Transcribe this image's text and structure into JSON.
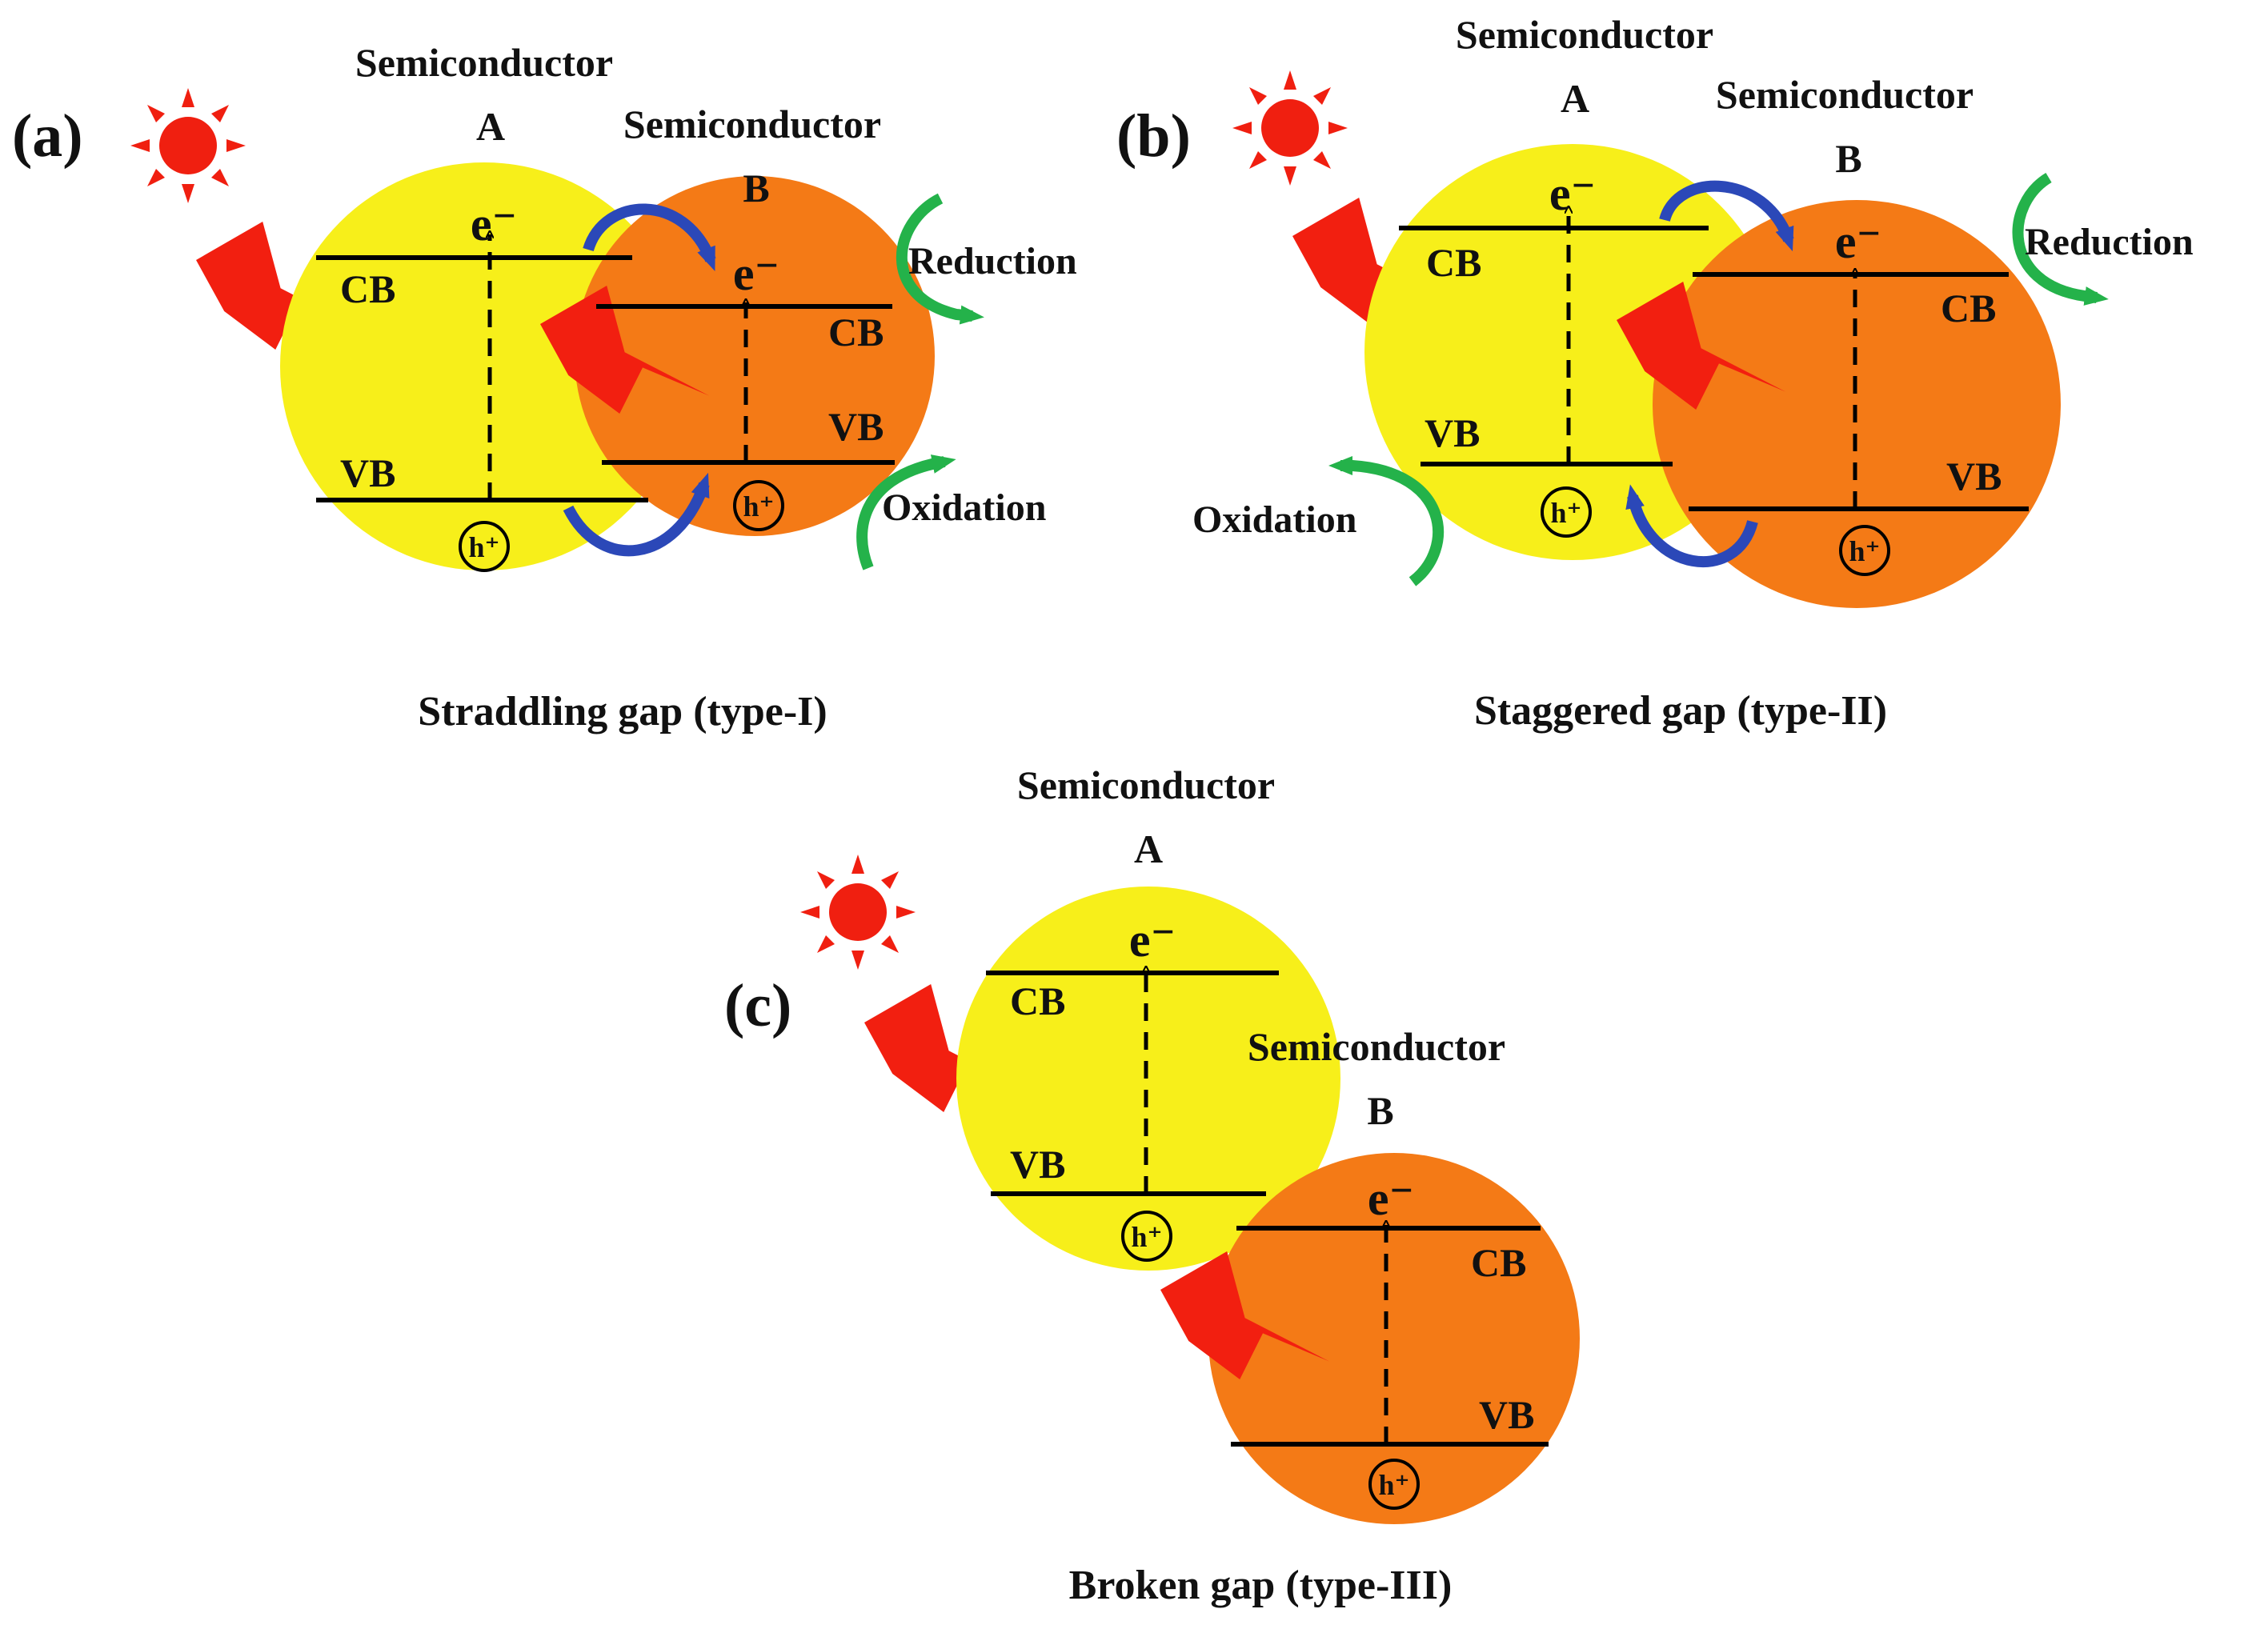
{
  "colors": {
    "semiconductor_a": "#f7ef1a",
    "semiconductor_b": "#f47a16",
    "sun": "#f01f10",
    "lightning": "#f21f10",
    "transfer_arrow": "#2b48b8",
    "redox_arrow": "#24b24a",
    "band_line": "#000000"
  },
  "panels": {
    "a": {
      "label": "(a)",
      "caption": "Straddling gap (type-I)",
      "semi_a": {
        "line1": "Semiconductor",
        "line2": "A"
      },
      "semi_b": {
        "line1": "Semiconductor",
        "line2": "B"
      },
      "cb": "CB",
      "vb": "VB",
      "electron": "e⁻",
      "hole": "h⁺",
      "reduction": "Reduction",
      "oxidation": "Oxidation"
    },
    "b": {
      "label": "(b)",
      "caption": "Staggered gap (type-II)",
      "semi_a": {
        "line1": "Semiconductor",
        "line2": "A"
      },
      "semi_b": {
        "line1": "Semiconductor",
        "line2": "B"
      },
      "cb": "CB",
      "vb": "VB",
      "electron": "e⁻",
      "hole": "h⁺",
      "reduction": "Reduction",
      "oxidation": "Oxidation"
    },
    "c": {
      "label": "(c)",
      "caption": "Broken gap (type-III)",
      "semi_a": {
        "line1": "Semiconductor",
        "line2": "A"
      },
      "semi_b": {
        "line1": "Semiconductor",
        "line2": "B"
      },
      "cb": "CB",
      "vb": "VB",
      "electron": "e⁻",
      "hole": "h⁺"
    }
  }
}
